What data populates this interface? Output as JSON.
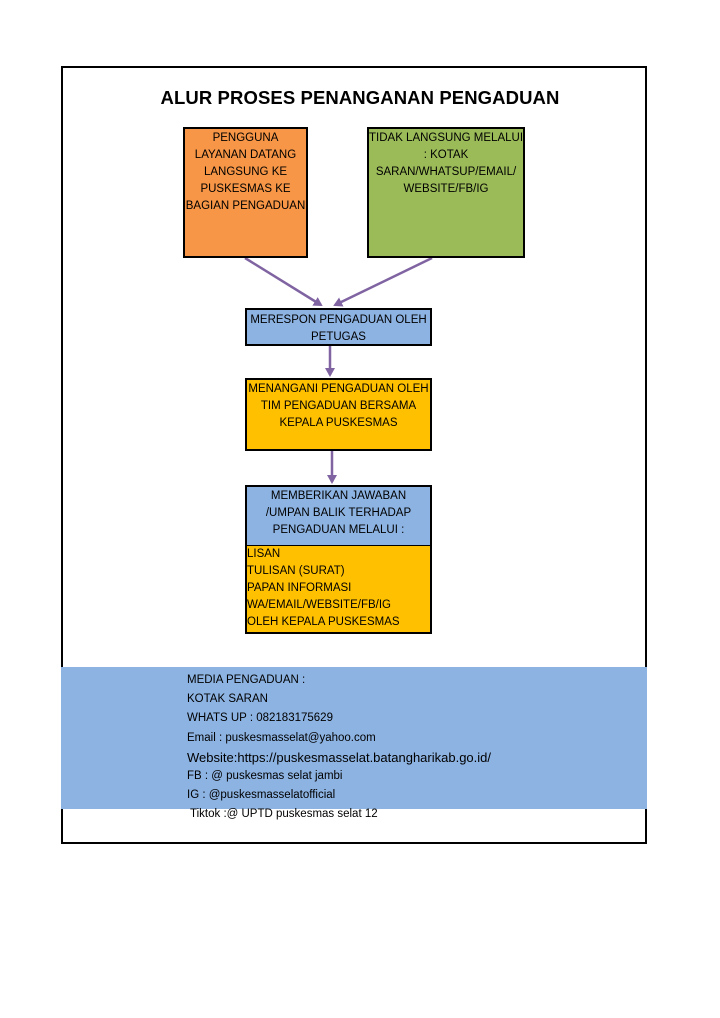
{
  "title": "ALUR PROSES PENANGANAN PENGADUAN",
  "boxes": {
    "direct": [
      "PENGGUNA",
      "LAYANAN DATANG",
      "LANGSUNG KE",
      "PUSKESMAS KE",
      "BAGIAN PENGADUAN"
    ],
    "indirect": [
      "TIDAK LANGSUNG MELALUI",
      ": KOTAK",
      "SARAN/WHATSUP/EMAIL/",
      "WEBSITE/FB/IG"
    ],
    "respond": [
      "MERESPON PENGADUAN OLEH",
      "PETUGAS"
    ],
    "handle": [
      "MENANGANI PENGADUAN OLEH",
      "TIM PENGADUAN BERSAMA",
      "KEPALA PUSKESMAS"
    ],
    "answer": [
      "MEMBERIKAN JAWABAN",
      "/UMPAN BALIK TERHADAP",
      "PENGADUAN MELALUI :"
    ],
    "channels": [
      "LISAN",
      "TULISAN (SURAT)",
      "PAPAN INFORMASI",
      "WA/EMAIL/WEBSITE/FB/IG",
      "OLEH KEPALA PUSKESMAS"
    ]
  },
  "media": {
    "heading": "MEDIA PENGADUAN :",
    "kotak": "KOTAK SARAN",
    "whatsapp": "WHATS UP : 082183175629",
    "email": "Email : puskesmasselat@yahoo.com",
    "website": "Website:https://puskesmasselat.batangharikab.go.id/",
    "fb": "FB : @ puskesmas selat jambi",
    "ig": "IG : @puskesmasselatofficial",
    "tiktok": "Tiktok :@ UPTD puskesmas selat 12"
  },
  "colors": {
    "orange": "#f79646",
    "green": "#9bbb59",
    "blue": "#8db3e2",
    "yellow": "#ffc000",
    "arrow": "#8064a2"
  }
}
